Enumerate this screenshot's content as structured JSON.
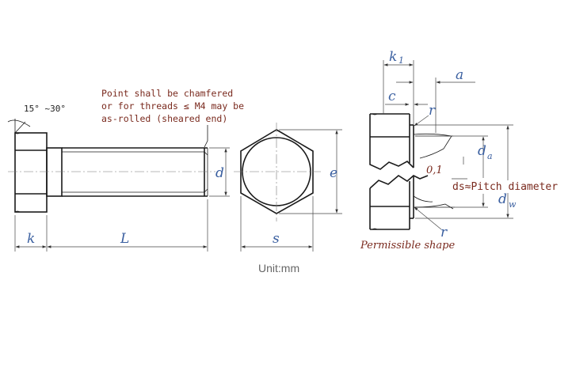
{
  "colors": {
    "dimension_labels": "#3a5fa0",
    "notes": "#7a2a1e",
    "lines": "#1a1a1a"
  },
  "side_view": {
    "angle_note": "15° ~30°",
    "point_note_lines": [
      "Point shall be chamfered",
      "or for threads ≤ M4 may be",
      "as-rolled (sheared end)"
    ],
    "k_label": "k",
    "L_label": "L",
    "d_label": "d"
  },
  "end_view": {
    "s_label": "s",
    "e_label": "e"
  },
  "detail_view": {
    "k1_main": "k",
    "k1_sub": "1",
    "a_label": "a",
    "c_label": "c",
    "r_top_label": "r",
    "r_bottom_label": "r",
    "da_main": "d",
    "da_sub": "a",
    "dw_main": "d",
    "dw_sub": "w",
    "tol_label": "0,1",
    "ds_note": "ds≈Pitch diameter",
    "permissible_note": "Permissible shape"
  },
  "unit_label": "Unit:mm"
}
